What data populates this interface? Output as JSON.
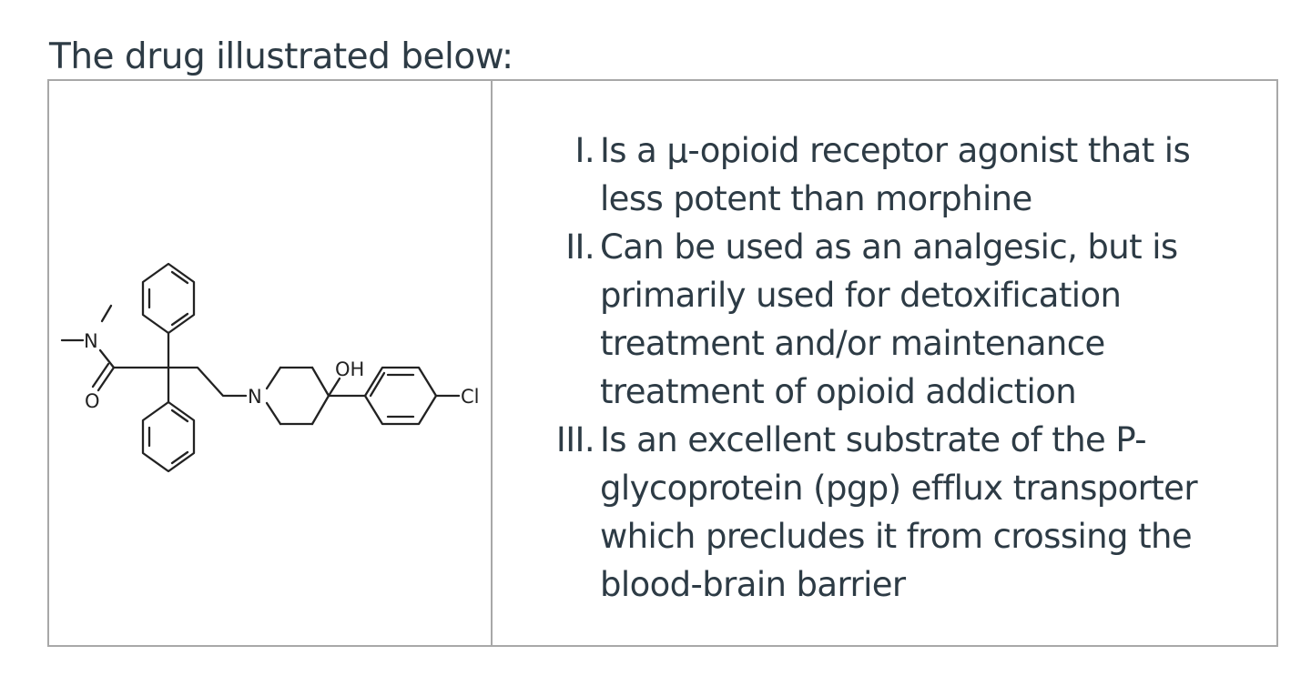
{
  "question": {
    "prompt": "The drug illustrated below:"
  },
  "structure": {
    "atom_labels": {
      "n_amide": "N",
      "o_amide": "O",
      "n_piperidine": "N",
      "oh": "OH",
      "cl": "Cl"
    }
  },
  "statements": [
    {
      "numeral": "I.",
      "lines": [
        "Is a µ-opioid receptor agonist that is",
        "less potent than morphine"
      ]
    },
    {
      "numeral": "II.",
      "lines": [
        "Can be used as an analgesic, but is",
        "primarily used for detoxification",
        "treatment and/or maintenance",
        "treatment of opioid addiction"
      ]
    },
    {
      "numeral": "III.",
      "lines": [
        "Is an excellent substrate of the P-",
        "glycoprotein (pgp) efflux transporter",
        "which precludes it from crossing the",
        "blood-brain barrier"
      ]
    }
  ]
}
